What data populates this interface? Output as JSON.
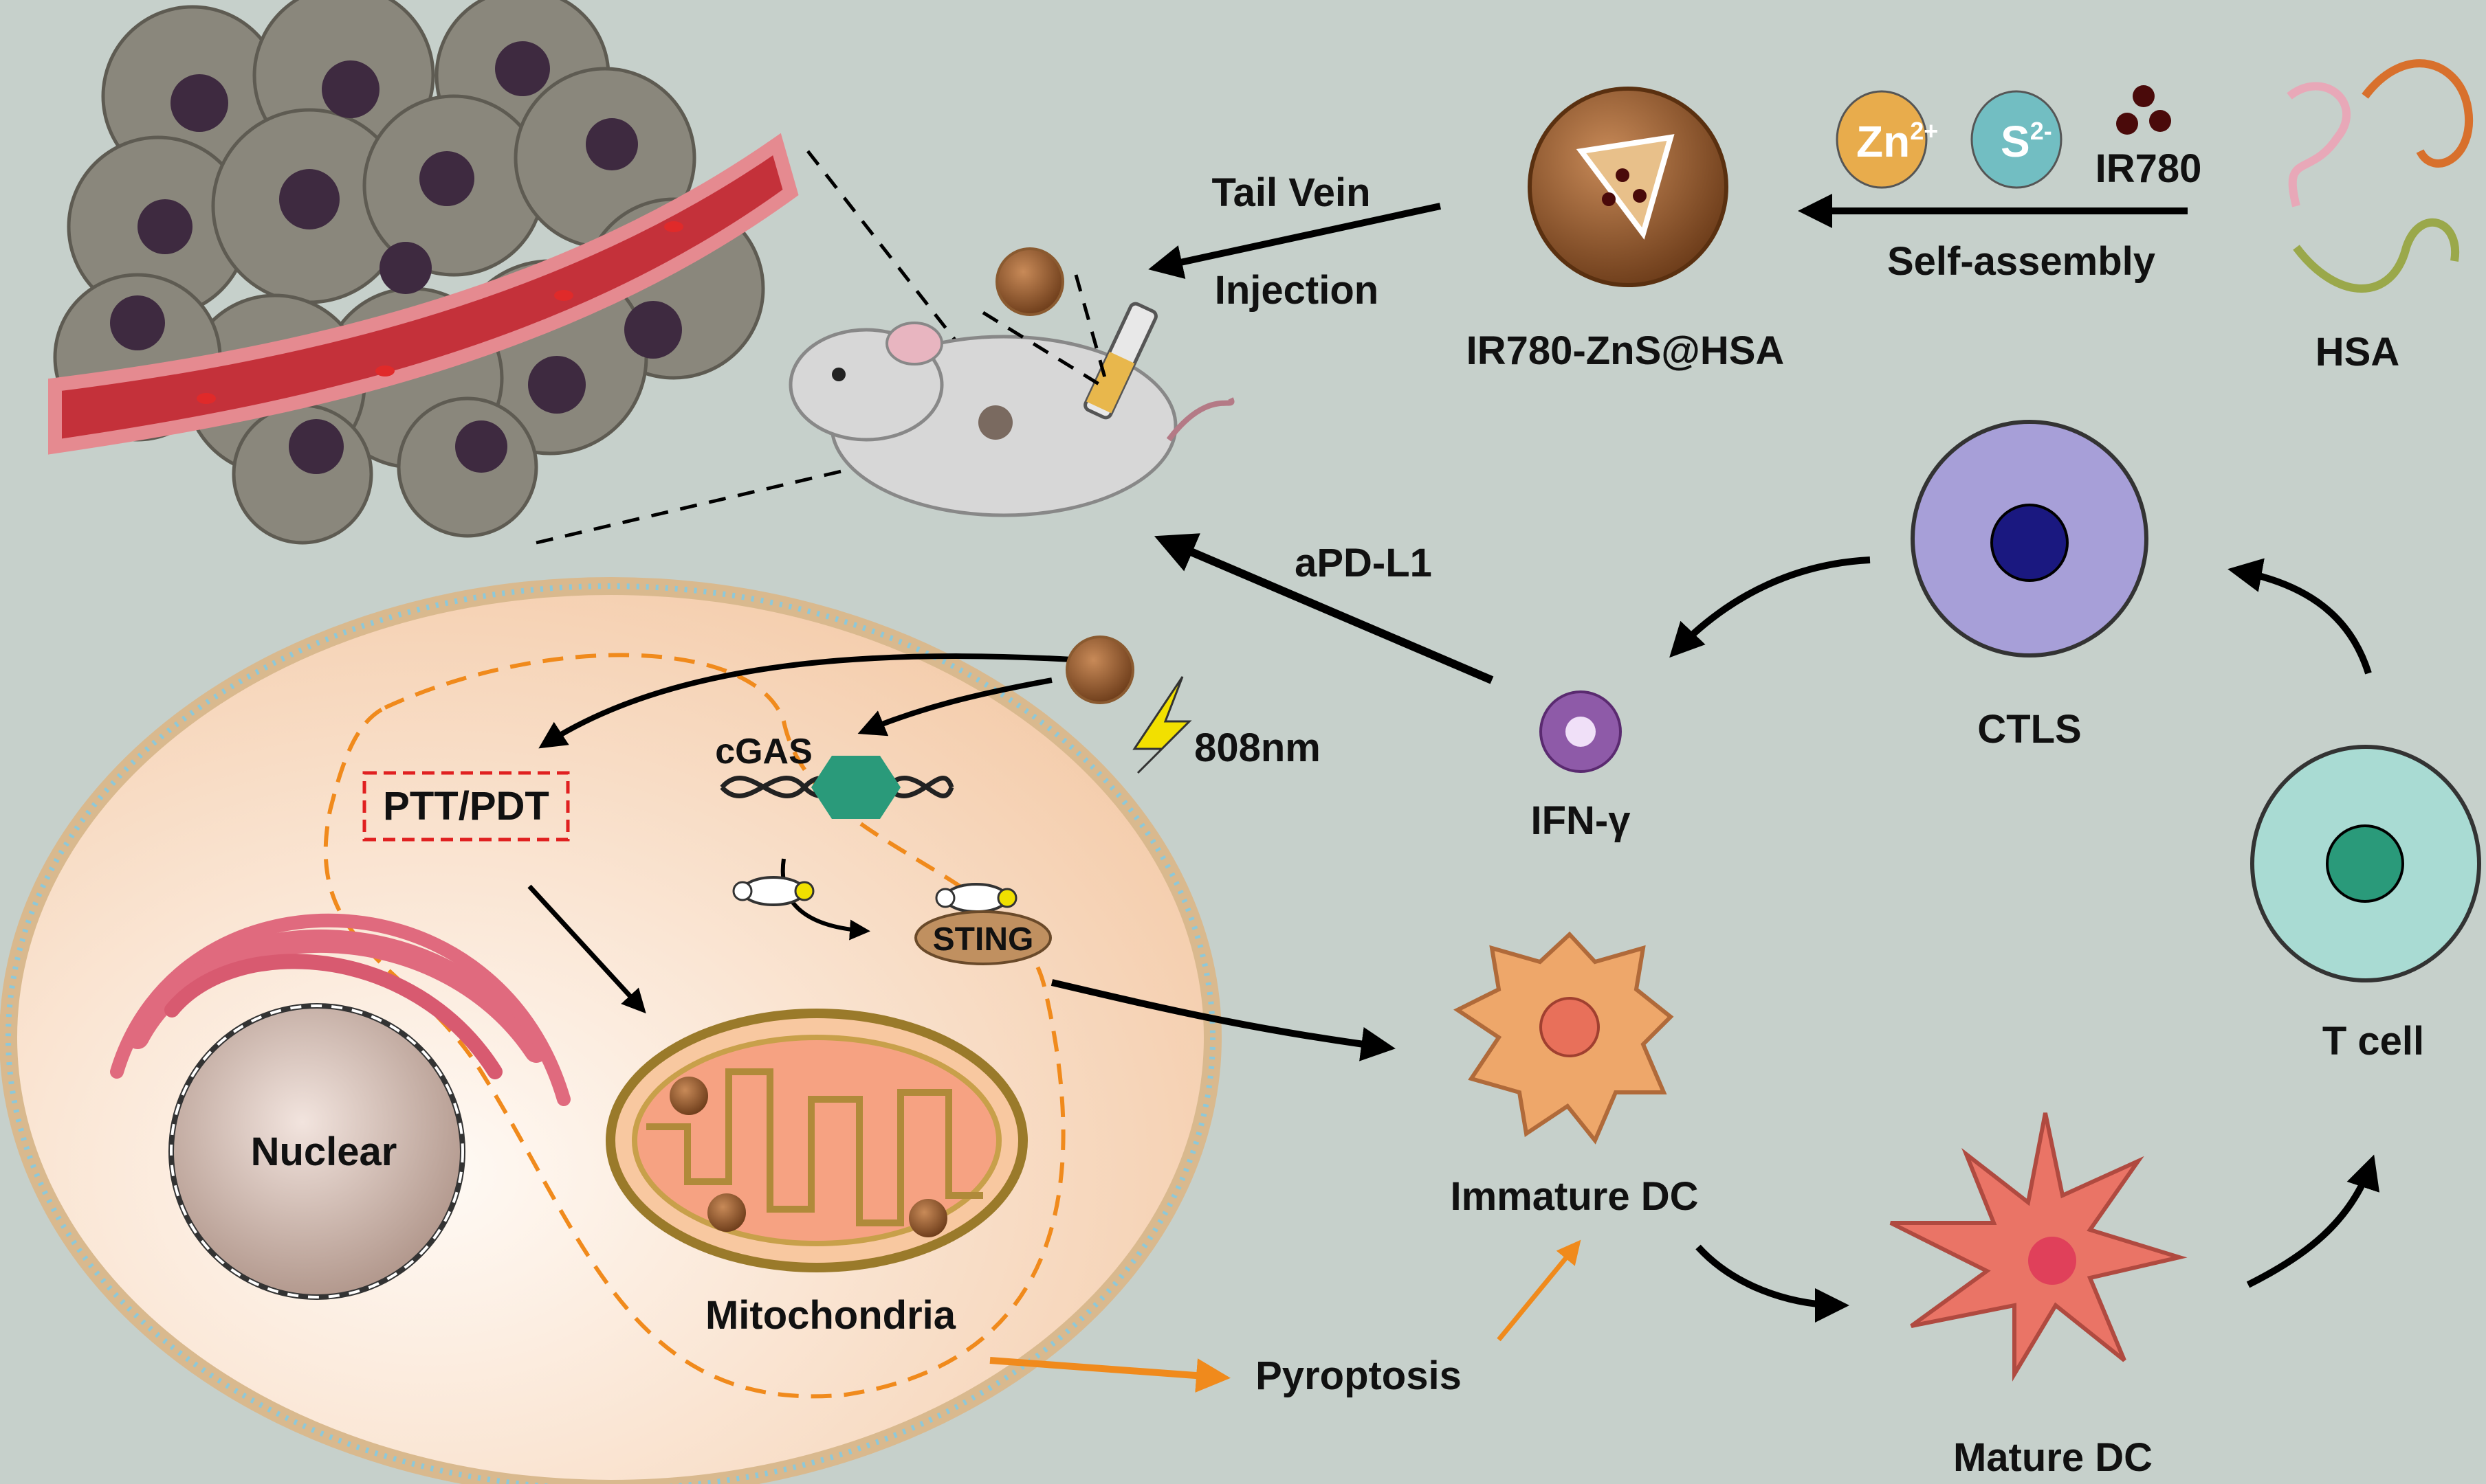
{
  "labels": {
    "tail_vein": "Tail Vein",
    "injection": "Injection",
    "nanoparticle": "IR780-ZnS@HSA",
    "zn": "Zn",
    "zn_charge": "2+",
    "s": "S",
    "s_charge": "2-",
    "ir780": "IR780",
    "self_assembly": "Self-assembly",
    "hsa": "HSA",
    "apdl1": "aPD-L1",
    "ctls": "CTLS",
    "ifn": "IFN-γ",
    "t_cell": "T cell",
    "ptt_pdt": "PTT/PDT",
    "cgas": "cGAS",
    "sting": "STING",
    "laser": "808nm",
    "nuclear": "Nuclear",
    "mitochondria": "Mitochondria",
    "immature_dc": "Immature DC",
    "mature_dc": "Mature DC",
    "pyroptosis": "Pyroptosis"
  },
  "colors": {
    "background": "#c6d0cb",
    "zn": "#e8ac4c",
    "s": "#72bec2",
    "ir780": "#4a0a0a",
    "orange_arrow": "#f08a1c",
    "ctl": "#a79fd8",
    "tcell": "#a9dbd3",
    "dc_immature": "#eea76a",
    "dc_mature": "#ea7466"
  }
}
